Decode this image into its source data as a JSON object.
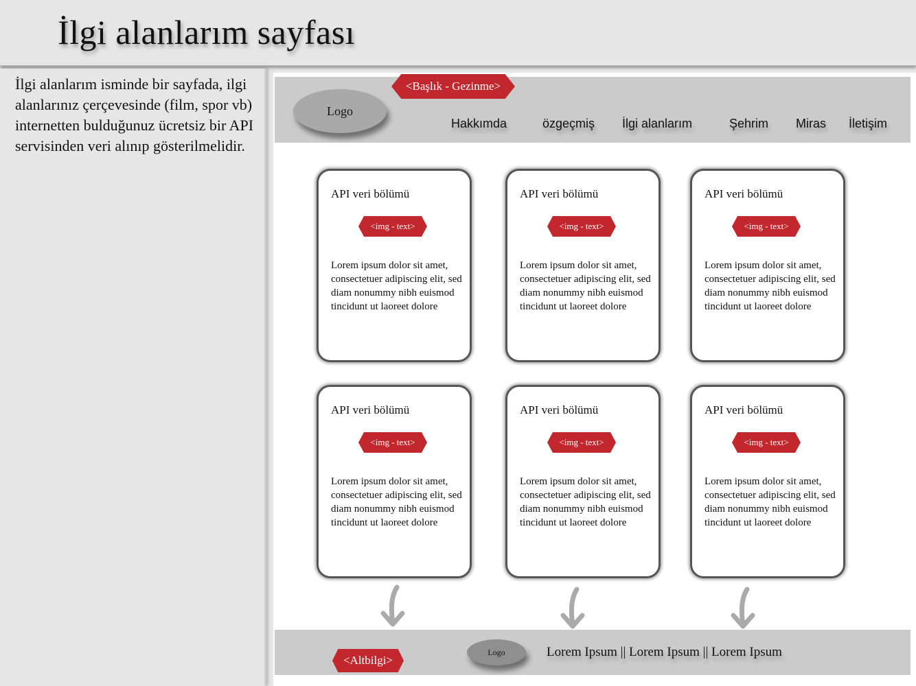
{
  "page_title": "İlgi alanlarım sayfası",
  "description": " İlgi alanlarım isminde bir sayfada, ilgi alanlarınız çerçevesinde (film, spor vb) internetten bulduğunuz ücretsiz bir API servisinden veri alınıp gösterilmelidir.",
  "header": {
    "tag": "<Başlık - Gezinme>",
    "logo": "Logo",
    "nav": [
      "Hakkımda",
      "özgeçmiş",
      "İlgi alanlarım",
      "Şehrim",
      "Miras",
      "İletişim"
    ]
  },
  "cards": [
    {
      "title": "API veri bölümü",
      "tag": "<img - text>",
      "body": "Lorem ipsum dolor sit amet, consectetuer adipiscing elit, sed diam nonummy nibh euismod tincidunt ut laoreet dolore"
    },
    {
      "title": "API veri bölümü",
      "tag": "<img - text>",
      "body": "Lorem ipsum dolor sit amet, consectetuer adipiscing elit, sed diam nonummy nibh euismod tincidunt ut laoreet dolore"
    },
    {
      "title": "API veri bölümü",
      "tag": "<img - text>",
      "body": "Lorem ipsum dolor sit amet, consectetuer adipiscing elit, sed diam nonummy nibh euismod tincidunt ut laoreet dolore"
    },
    {
      "title": "API veri bölümü",
      "tag": "<img - text>",
      "body": "Lorem ipsum dolor sit amet, consectetuer adipiscing elit, sed diam nonummy nibh euismod tincidunt ut laoreet dolore"
    },
    {
      "title": "API veri bölümü",
      "tag": "<img - text>",
      "body": "Lorem ipsum dolor sit amet, consectetuer adipiscing elit, sed diam nonummy nibh euismod tincidunt ut laoreet dolore"
    },
    {
      "title": "API veri bölümü",
      "tag": "<img - text>",
      "body": "Lorem ipsum dolor sit amet, consectetuer adipiscing elit, sed diam nonummy nibh euismod tincidunt ut laoreet dolore"
    }
  ],
  "footer": {
    "tag": "<Altbilgi>",
    "logo": "Logo",
    "links": "Lorem Ipsum || Lorem Ipsum || Lorem Ipsum"
  },
  "colors": {
    "accent_red": "#c1272d",
    "header_gray": "#cbcbcb",
    "panel_gray": "#e6e6e6"
  }
}
